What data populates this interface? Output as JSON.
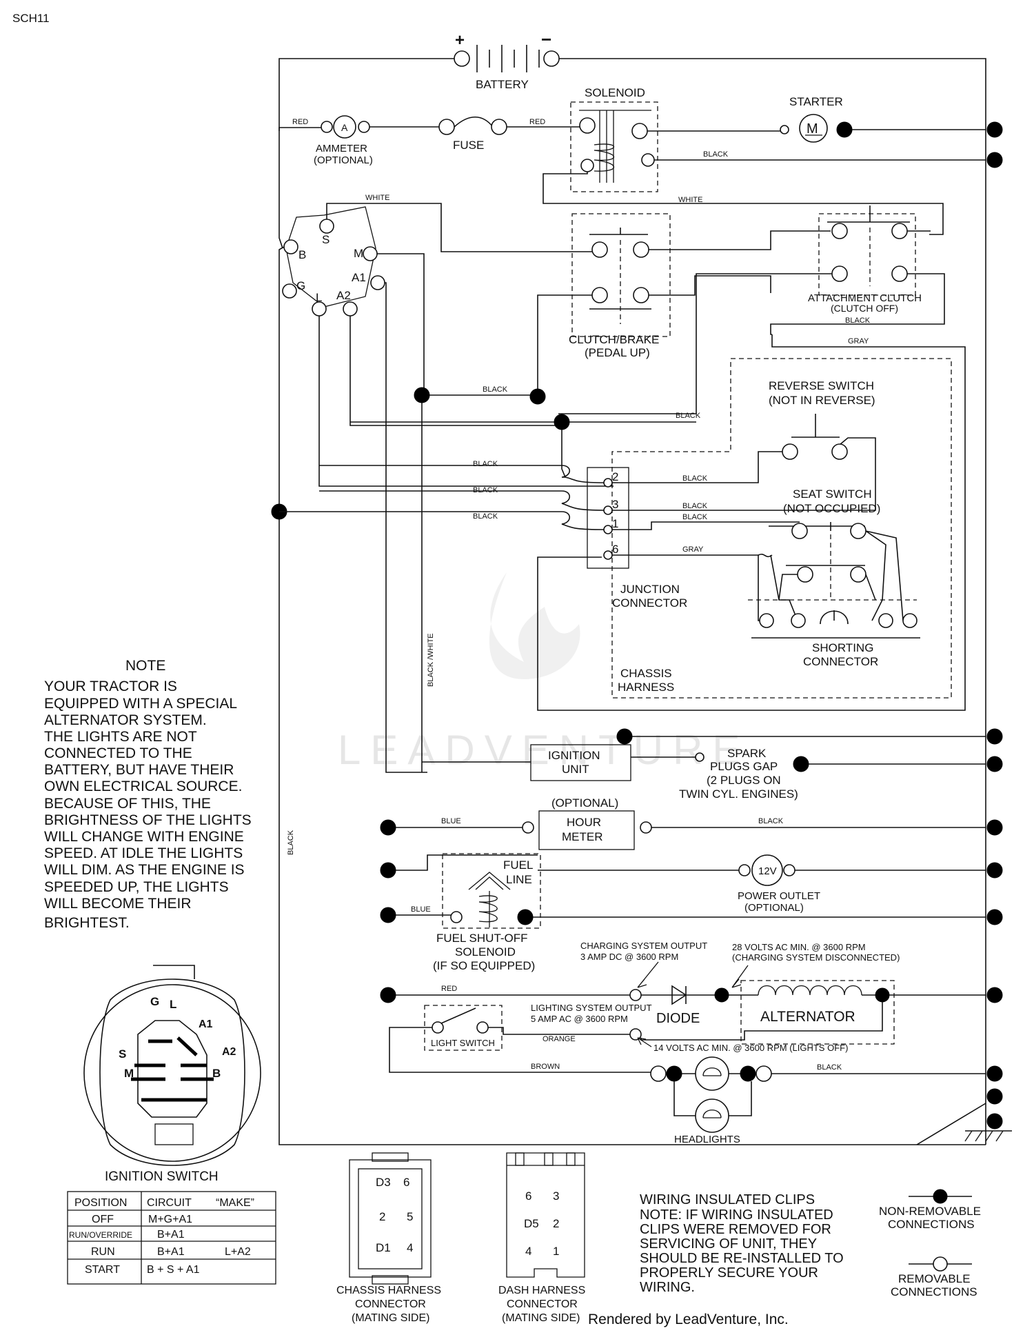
{
  "sheet_id": "SCH11",
  "components": {
    "battery": "BATTERY",
    "battery_plus": "+",
    "battery_minus": "−",
    "solenoid": "SOLENOID",
    "starter": "STARTER",
    "starter_symbol": "M",
    "ammeter_symbol": "A",
    "ammeter": "AMMETER",
    "ammeter_optional": "(OPTIONAL)",
    "fuse": "FUSE",
    "clutch_brake": "CLUTCH/BRAKE",
    "clutch_brake_state": "(PEDAL UP)",
    "attachment_clutch": "ATTACHMENT CLUTCH",
    "attachment_clutch_state": "(CLUTCH OFF)",
    "reverse_switch": "REVERSE SWITCH",
    "reverse_switch_state": "(NOT IN REVERSE)",
    "seat_switch": "SEAT SWITCH",
    "seat_switch_state": "(NOT OCCUPIED)",
    "junction_connector_1": "JUNCTION",
    "junction_connector_2": "CONNECTOR",
    "chassis_harness_1": "CHASSIS",
    "chassis_harness_2": "HARNESS",
    "shorting_connector_1": "SHORTING",
    "shorting_connector_2": "CONNECTOR",
    "ignition_unit_1": "IGNITION",
    "ignition_unit_2": "UNIT",
    "spark_plugs_1": "SPARK",
    "spark_plugs_2": "PLUGS GAP",
    "spark_plugs_3": "(2 PLUGS ON",
    "spark_plugs_4": "TWIN CYL. ENGINES)",
    "hour_meter_optional": "(OPTIONAL)",
    "hour_meter_1": "HOUR",
    "hour_meter_2": "METER",
    "fuel_line_1": "FUEL",
    "fuel_line_2": "LINE",
    "power_outlet_symbol": "12V",
    "power_outlet": "POWER OUTLET",
    "power_outlet_optional": "(OPTIONAL)",
    "fuel_solenoid_1": "FUEL SHUT-OFF",
    "fuel_solenoid_2": "SOLENOID",
    "fuel_solenoid_3": "(IF SO EQUIPPED)",
    "charging_output_1": "CHARGING SYSTEM OUTPUT",
    "charging_output_2": "3 AMP DC @ 3600 RPM",
    "volts28_1": "28 VOLTS AC MIN. @ 3600 RPM",
    "volts28_2": "(CHARGING SYSTEM DISCONNECTED)",
    "lighting_output_1": "LIGHTING SYSTEM OUTPUT",
    "lighting_output_2": "5 AMP AC @ 3600 RPM",
    "diode": "DIODE",
    "alternator": "ALTERNATOR",
    "volts14": "14 VOLTS AC MIN. @ 3600 RPM (LIGHTS OFF)",
    "light_switch": "LIGHT SWITCH",
    "headlights": "HEADLIGHTS"
  },
  "ignition_terminals": [
    "S",
    "M",
    "B",
    "A1",
    "G",
    "L",
    "A2"
  ],
  "junction_pins": [
    "2",
    "3",
    "1",
    "6"
  ],
  "wires": {
    "red": "RED",
    "black": "BLACK",
    "white": "WHITE",
    "gray": "GRAY",
    "blue": "BLUE",
    "orange": "ORANGE",
    "brown": "BROWN",
    "black_white": "BLACK /WHITE"
  },
  "note": {
    "title": "NOTE",
    "lines": [
      "YOUR TRACTOR IS",
      "EQUIPPED WITH A SPECIAL",
      "ALTERNATOR SYSTEM.",
      "THE LIGHTS ARE NOT",
      "CONNECTED TO THE",
      "BATTERY, BUT HAVE THEIR",
      "OWN ELECTRICAL SOURCE.",
      "BECAUSE OF THIS, THE",
      "BRIGHTNESS OF THE LIGHTS",
      "WILL CHANGE WITH ENGINE",
      "SPEED.  AT IDLE THE LIGHTS",
      "WILL DIM.  AS THE ENGINE IS",
      "SPEEDED UP, THE LIGHTS",
      "WILL BECOME THEIR",
      "BRIGHTEST."
    ]
  },
  "ignition_switch": {
    "title": "IGNITION SWITCH",
    "face_letters": [
      "G",
      "L",
      "A1",
      "A2",
      "S",
      "M",
      "B"
    ],
    "table": {
      "headers": [
        "POSITION",
        "CIRCUIT",
        "“MAKE”"
      ],
      "rows": [
        {
          "position": "OFF",
          "circuit": "M+G+A1",
          "extra": ""
        },
        {
          "position": "RUN/OVERRIDE",
          "circuit": "B+A1",
          "extra": ""
        },
        {
          "position": "RUN",
          "circuit": "B+A1",
          "extra": "L+A2"
        },
        {
          "position": "START",
          "circuit": "B + S + A1",
          "extra": ""
        }
      ]
    }
  },
  "chassis_connector": {
    "pins": [
      "D3",
      "6",
      "2",
      "5",
      "D1",
      "4"
    ],
    "caption": [
      "CHASSIS HARNESS",
      "CONNECTOR",
      "(MATING SIDE)"
    ]
  },
  "dash_connector": {
    "pins": [
      "6",
      "3",
      "D5",
      "2",
      "4",
      "1"
    ],
    "caption": [
      "DASH HARNESS",
      "CONNECTOR",
      "(MATING SIDE)"
    ]
  },
  "clips_note": [
    "WIRING INSULATED CLIPS",
    "NOTE: IF WIRING INSULATED",
    "CLIPS WERE REMOVED FOR",
    "SERVICING OF UNIT, THEY",
    "SHOULD BE RE-INSTALLED TO",
    "PROPERLY SECURE YOUR",
    "WIRING."
  ],
  "legend": {
    "non_removable": [
      "NON-REMOVABLE",
      "CONNECTIONS"
    ],
    "removable": [
      "REMOVABLE",
      "CONNECTIONS"
    ]
  },
  "watermark": "LEADVENTURE",
  "footer": "Rendered by LeadVenture, Inc."
}
